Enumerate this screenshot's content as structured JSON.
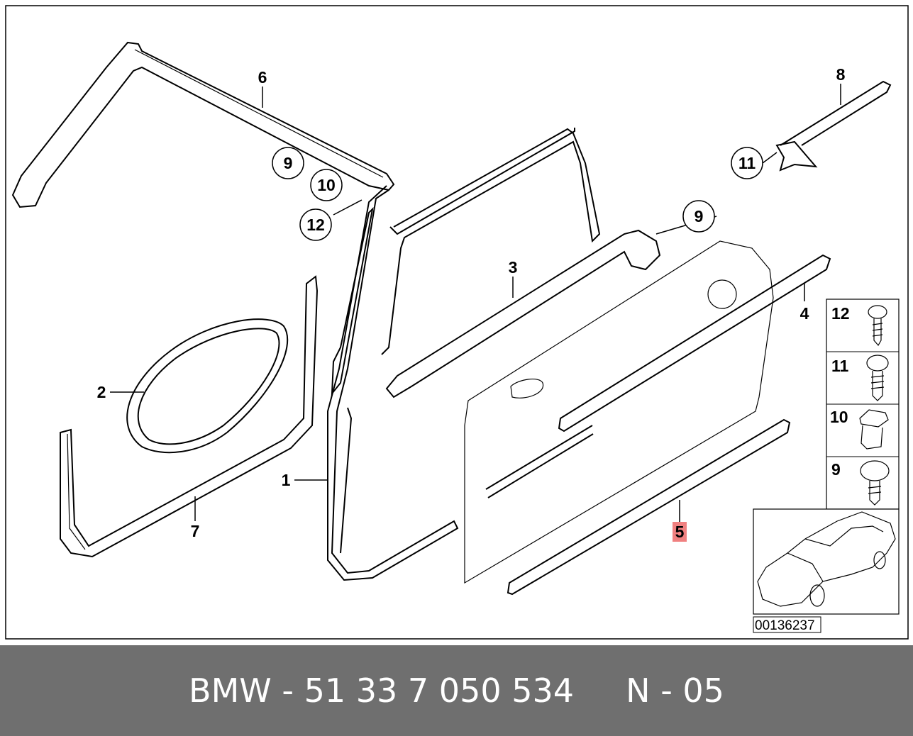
{
  "diagram": {
    "callouts": {
      "c1": "1",
      "c2": "2",
      "c3": "3",
      "c4": "4",
      "c5": "5",
      "c6": "6",
      "c7": "7",
      "c8": "8",
      "c9a": "9",
      "c10a": "10",
      "c12a": "12",
      "c9b": "9",
      "c11a": "11"
    },
    "legend": [
      {
        "num": "12",
        "icon": "screw-icon"
      },
      {
        "num": "11",
        "icon": "screw-clip-icon"
      },
      {
        "num": "10",
        "icon": "expanding-clip-icon"
      },
      {
        "num": "9",
        "icon": "push-clip-icon"
      }
    ],
    "diagram_id": "00136237",
    "highlight_color": "#f08080"
  },
  "footer": {
    "brand": "BMW",
    "sep1": " - ",
    "part_number": "51 33 7 050 534",
    "gap": "     ",
    "position": "N - 05"
  }
}
